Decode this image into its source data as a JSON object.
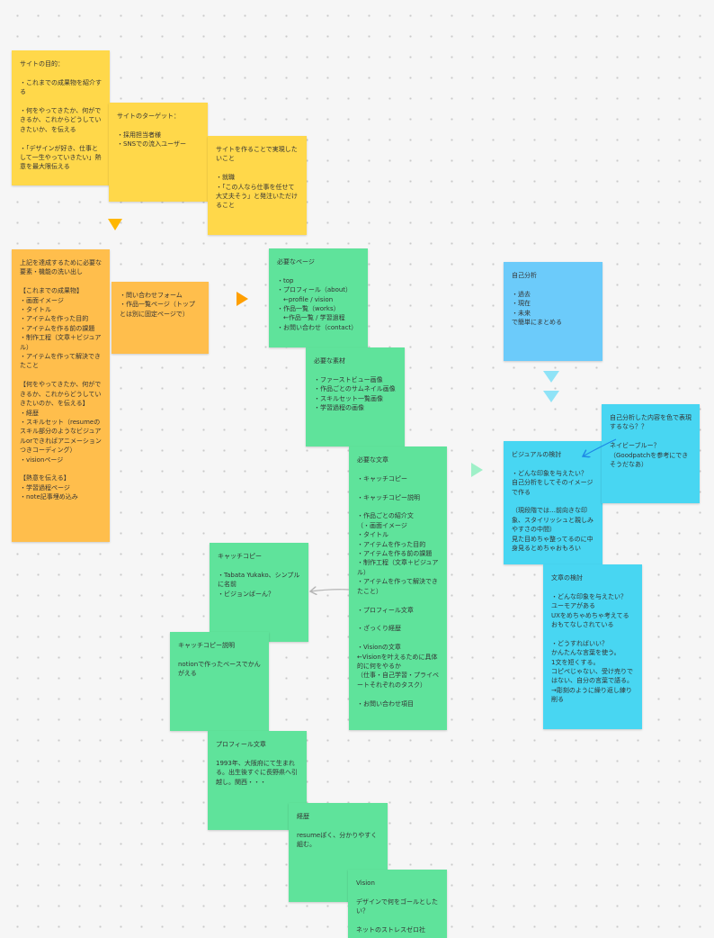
{
  "notes": {
    "site_purpose": "サイトの目的：\n\n・これまでの成果物を紹介する\n\n・何をやってきたか、何ができるか、これからどうしていきたいか、を伝える\n\n・「デザインが好き、仕事として一生やっていきたい」熱意を最大限伝える",
    "site_target": "サイトのターゲット：\n\n・採用担当者様\n・SNSでの流入ユーザー",
    "site_goal": "サイトを作ることで実現したいこと\n\n・就職\n・「この人なら仕事を任せて大丈夫そう」と発注いただけること",
    "requirements": "上記を達成するために必要な要素・機能の洗い出し\n\n【これまでの成果物】\n・画面イメージ\n・タイトル\n・アイテムを作った目的\n・アイテムを作る前の課題\n・制作工程（文章＋ビジュアル）\n・アイテムを作って解決できたこと\n\n【何をやってきたか、何ができるか、これからどうしていきたいのか、を伝える】\n・経歴\n・スキルセット（resumeのスキル部分のようなビジュアルorできればアニメーションつきコーディング）\n・visionページ\n\n【熱意を伝える】\n・学習過程ページ\n・note記事埋め込み",
    "contact": "・問い合わせフォーム\n・作品一覧ページ（トップとは別に固定ページで）",
    "pages": "必要なページ\n\n・top\n・プロフィール（about）\n　←profile / vision\n・作品一覧（works）\n　←作品一覧 / 学習過程\n・お問い合わせ（contact）",
    "materials": "必要な素材\n\n・ファーストビュー画像\n・作品ごとのサムネイル画像\n・スキルセット一覧画像\n・学習過程の画像",
    "texts": "必要な文章\n\n・キャッチコピー\n\n・キャッチコピー説明\n\n・作品ごとの紹介文\n（・画面イメージ\n・タイトル\n・アイテムを作った目的\n・アイテムを作る前の課題\n・制作工程（文章＋ビジュアル）\n・アイテムを作って解決できたこと）\n\n・プロフィール文章\n\n・ざっくり経歴\n\n・Visionの文章\n←Visionを叶えるために具体的に何をやるか\n（仕事・自己学習・プライベートそれぞれのタスク）\n\n・お問い合わせ項目",
    "catchcopy": "キャッチコピー\n\n・Tabata Yukako、シンプルに名前\n・ビジョンばーん？",
    "catchcopy_desc": "キャッチコピー説明\n\nnotionで作ったベースでかんがえる",
    "profile_text": "プロフィール文章\n\n1993年、大阪府にて生まれる。出生後すぐに長野県へ引越し。関西・・・",
    "career": "経歴\n\nresumeぽく、分かりやすく組む。",
    "vision": "Vision\n\nデザインで何をゴールとしたい？\n\nネットのストレスゼロ社",
    "self_analysis": "自己分析\n\n・過去\n・現在\n・未来\nで簡単にまとめる",
    "visual_review": "ビジュアルの検討\n\n・どんな印象を与えたい？\n自己分析をしてそのイメージで作る\n\n（現段階では…前向きな印象、スタイリッシュと親しみやすさの中間）\n見た目めちゃ整ってるのに中身見るとめちゃおもろい",
    "color_note": "自己分析した内容を色で表現するなら？？\n\nネイビーブルー？\n（Goodpatchを参考にできそうだなあ）",
    "text_review": "文章の検討\n\n・どんな印象を与えたい？\nユーモアがある\nUXをめちゃめちゃ考えてるおもてなしされている\n\n・どうすればいい？\nかんたんな言葉を使う。\n1文を短くする。\nコピペじゃない、受け売りではない、自分の言葉で語る。\n→彫刻のように繰り返し練り削る"
  },
  "colors": {
    "yellow": "#ffd84a",
    "orange": "#ffbe4c",
    "green": "#5fe39b",
    "blue": "#6ccbfa",
    "cyan": "#48d6f2"
  }
}
